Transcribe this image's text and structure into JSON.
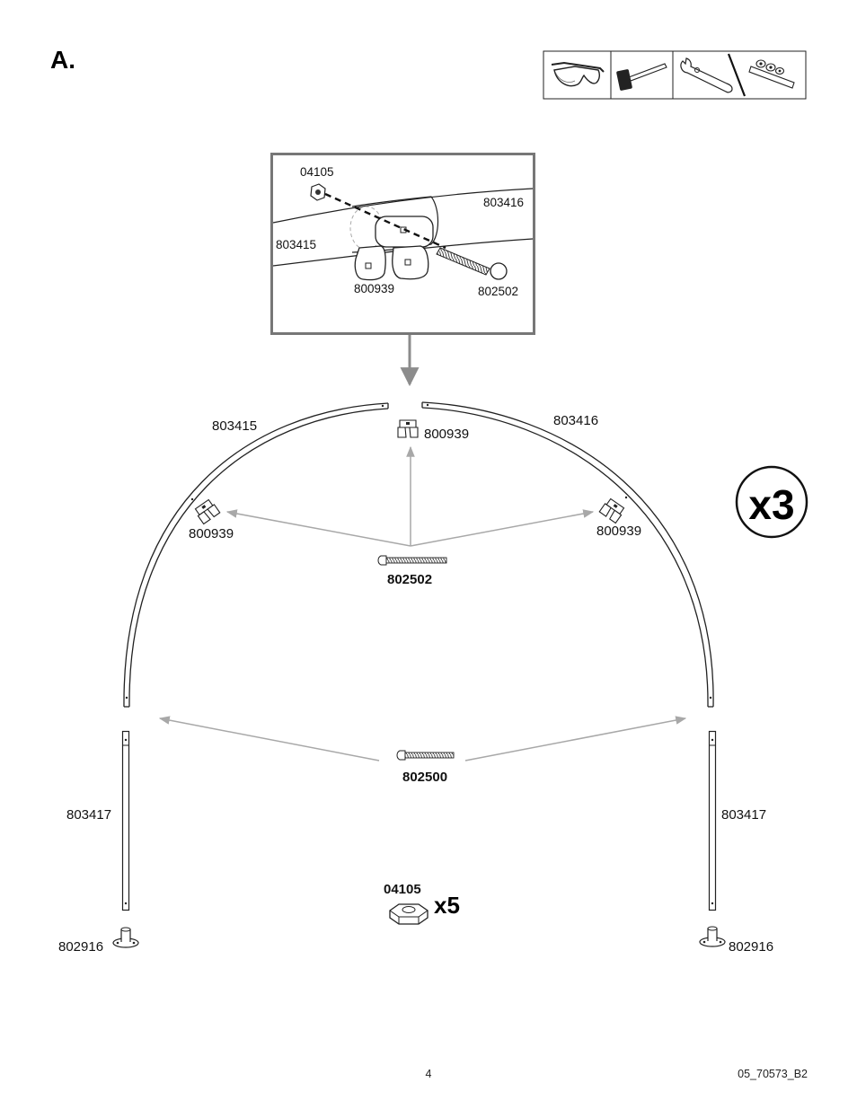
{
  "step_label": "A.",
  "repeat_label": "x3",
  "tools": [
    {
      "icon": "safety-glasses-icon"
    },
    {
      "icon": "hammer-icon"
    },
    {
      "icon": "wrench-icon"
    },
    {
      "icon": "socket-set-icon"
    }
  ],
  "detail_callout": {
    "nut": "04105",
    "right_arch": "803416",
    "left_arch": "803415",
    "connector": "800939",
    "bolt": "802502"
  },
  "assembly": {
    "left_arch": "803415",
    "right_arch": "803416",
    "top_connector": "800939",
    "left_connector": "800939",
    "right_connector": "800939",
    "arch_bolt": "802502",
    "leg_bolt": "802500",
    "left_leg": "803417",
    "right_leg": "803417",
    "left_foot": "802916",
    "right_foot": "802916",
    "nut": "04105",
    "nut_qty": "x5"
  },
  "footer": {
    "page_number": "4",
    "doc_code": "05_70573_B2"
  }
}
